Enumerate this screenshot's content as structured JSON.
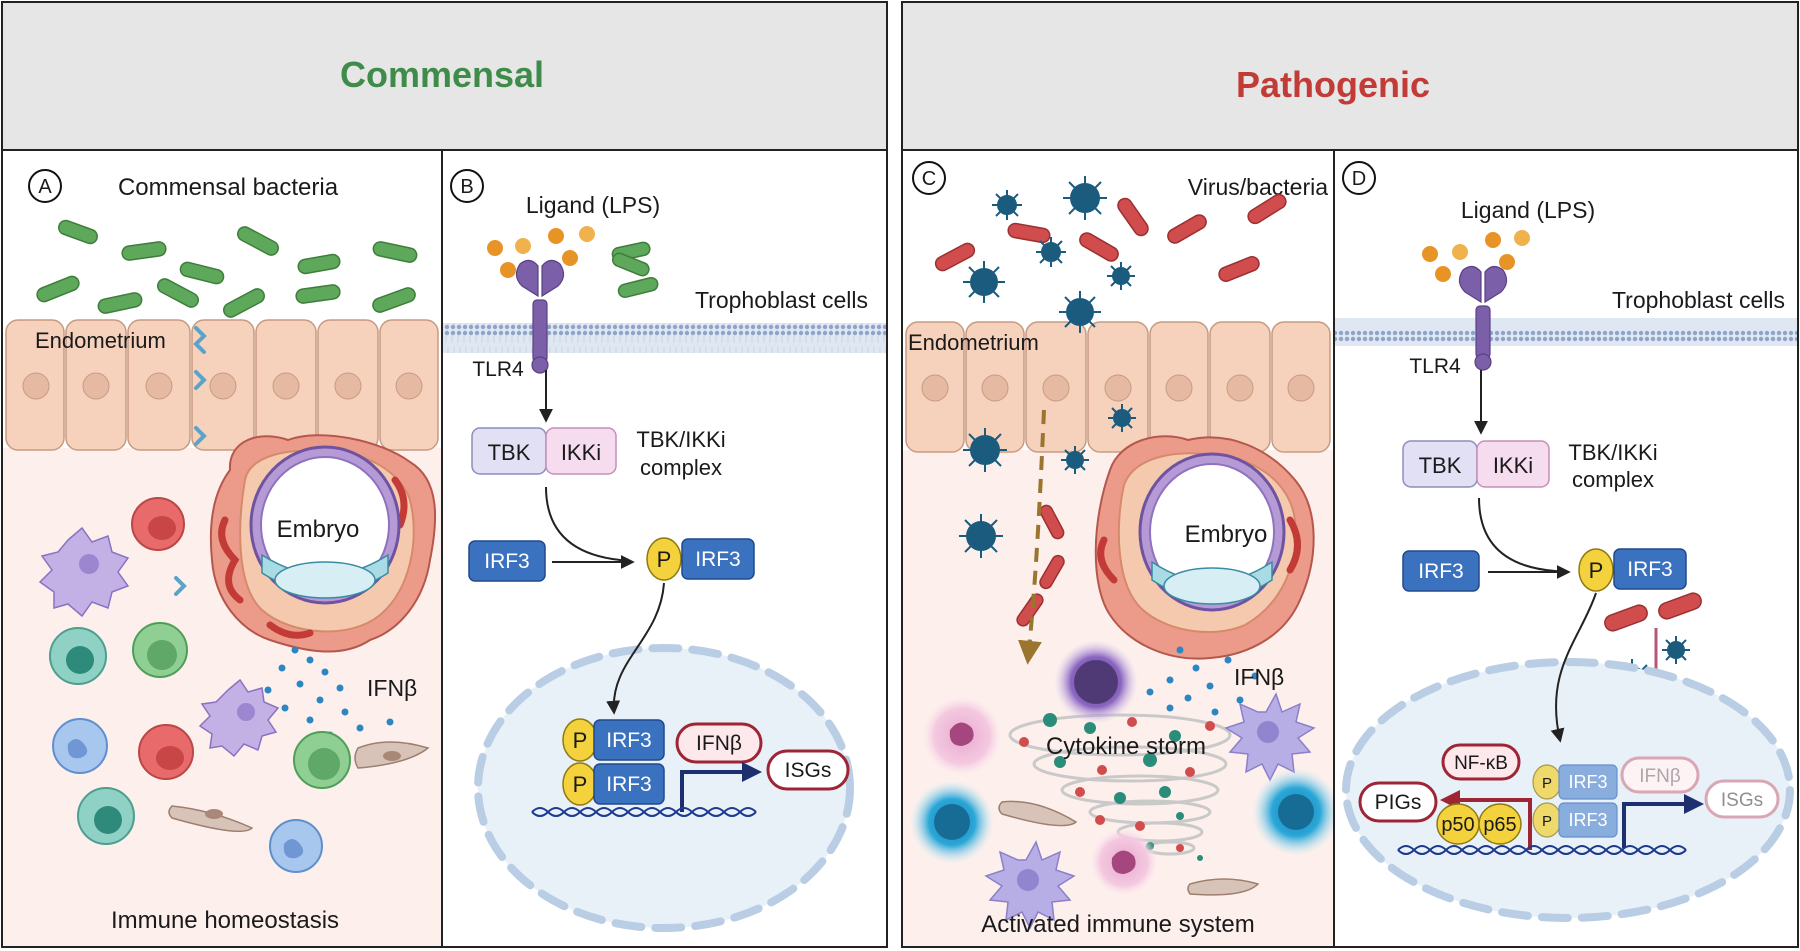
{
  "headers": {
    "left": "Commensal",
    "right": "Pathogenic"
  },
  "colors": {
    "commensal_green": "#3f8c4a",
    "pathogenic_red": "#c23b36",
    "header_bg": "#e6e6e6",
    "tissue_pink": "#fdf0ec",
    "cell_peach": "#f6d2bc",
    "nucleus_bg": "#e8f0f8",
    "irf3_blue": "#3a72c0",
    "tbk_lilac": "#e1e0f4",
    "ikki_pink": "#f5dcef",
    "p_yellow": "#f3d23d",
    "tlr4_purple": "#7b5fa8",
    "virus_teal": "#1b5c7e",
    "bacteria_red": "#d14c4c",
    "bacteria_green": "#5da85a"
  },
  "panelA": {
    "letter": "A",
    "top_label": "Commensal bacteria",
    "endometrium": "Endometrium",
    "embryo": "Embryo",
    "ifn": "IFNβ",
    "bottom_label": "Immune homeostasis"
  },
  "panelB": {
    "letter": "B",
    "ligand": "Ligand (LPS)",
    "membrane": "Trophoblast cells",
    "receptor": "TLR4",
    "tbk": "TBK",
    "ikki": "IKKi",
    "complex_line1": "TBK/IKKi",
    "complex_line2": "complex",
    "irf3": "IRF3",
    "p": "P",
    "ifn": "IFNβ",
    "isgs": "ISGs"
  },
  "panelC": {
    "letter": "C",
    "top_label": "Virus/bacteria",
    "endometrium": "Endometrium",
    "embryo": "Embryo",
    "ifn": "IFNβ",
    "storm": "Cytokine storm",
    "bottom_label": "Activated immune system"
  },
  "panelD": {
    "letter": "D",
    "ligand": "Ligand (LPS)",
    "membrane": "Trophoblast cells",
    "receptor": "TLR4",
    "tbk": "TBK",
    "ikki": "IKKi",
    "complex_line1": "TBK/IKKi",
    "complex_line2": "complex",
    "irf3": "IRF3",
    "p": "P",
    "nfkb": "NF-κB",
    "pigs": "PIGs",
    "p50": "p50",
    "p65": "p65",
    "ifn": "IFNβ",
    "isgs": "ISGs"
  }
}
